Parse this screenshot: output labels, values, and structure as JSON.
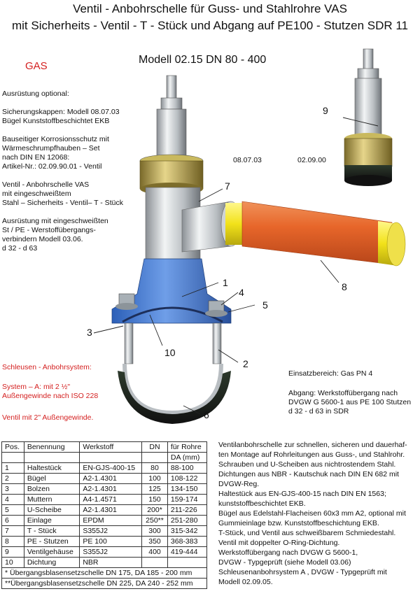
{
  "header": {
    "title_line1": "Ventil - Anbohrschelle für Guss- und Stahlrohre VAS",
    "title_line2": "mit Sicherheits - Ventil - T - Stück und Abgang auf PE100 - Stutzen SDR 11"
  },
  "gas_label": "GAS",
  "model_label": "Modell 02.15   DN 80 - 400",
  "side_notes": [
    "Ausrüstung optional:",
    "Sicherungskappen:  Modell 08.07.03",
    "Bügel Kunststoffbeschichtet EKB",
    "Bauseitiger Korrosionsschutz mit",
    "Wärmeschrumpfhauben – Set",
    "nach DIN EN 12068:",
    "Artikel-Nr.: 02.09.90.01 - Ventil",
    "Ventil - Anbohrschelle VAS",
    "mit eingeschweißtem",
    "Stahl – Sicherheits - Ventil– T - Stück",
    "Ausrüstung mit eingeschweißten",
    "St / PE - Werstoffübergangs-",
    "verbindern Modell 03.06.",
    "d 32 - d 63"
  ],
  "references": {
    "ref1": "08.07.03",
    "ref2": "02.09.00"
  },
  "callouts": [
    "1",
    "2",
    "3",
    "4",
    "5",
    "6",
    "7",
    "8",
    "9",
    "10"
  ],
  "schleusen": {
    "title": "Schleusen - Anbohrsystem:",
    "line1": "System – A: mit 2 ½\"",
    "line2": "Außengewinde nach ISO 228",
    "line3": "Ventil mit 2\"  Außengewinde."
  },
  "einsatz": {
    "line1": "Einsatzbereich: Gas  PN 4",
    "line2": "Abgang: Werkstoffübergang nach",
    "line3": "DVGW G 5600-1 aus PE 100 Stutzen",
    "line4": "d 32 - d 63 in SDR"
  },
  "parts_table": {
    "headers": [
      "Pos.",
      "Benennung",
      "Werkstoff",
      "DN",
      "für Rohre"
    ],
    "subheader": "DA (mm)",
    "rows": [
      [
        "1",
        "Haltestück",
        "EN-GJS-400-15",
        "80",
        "88-100"
      ],
      [
        "2",
        "Bügel",
        "A2-1.4301",
        "100",
        "108-122"
      ],
      [
        "3",
        "Bolzen",
        "A2-1.4301",
        "125",
        "134-150"
      ],
      [
        "4",
        "Muttern",
        "A4-1.4571",
        "150",
        "159-174"
      ],
      [
        "5",
        "U-Scheibe",
        "A2-1.4301",
        "200*",
        "211-226"
      ],
      [
        "6",
        "Einlage",
        "EPDM",
        "250**",
        "251-280"
      ],
      [
        "7",
        "T - Stück",
        "S355J2",
        "300",
        "315-342"
      ],
      [
        "8",
        "PE - Stutzen",
        "PE 100",
        "350",
        "368-383"
      ],
      [
        "9",
        "Ventilgehäuse",
        "S355J2",
        "400",
        "419-444"
      ],
      [
        "10",
        "Dichtung",
        "NBR",
        "",
        ""
      ]
    ],
    "footnote1": "*  Übergangsblasensetzschelle DN 175,  DA 185 - 200 mm",
    "footnote2": "**Übergangsblasensetzschelle DN 225,  DA 240 - 252 mm"
  },
  "description": [
    "Ventilanbohrschelle  zur schnellen, sicheren und dauerhaf-",
    "ten Montage auf Rohrleitungen aus Guss-, und Stahlrohr.",
    "Schrauben und U-Scheiben aus nichtrostendem Stahl.",
    "Dichtungen aus  NBR - Kautschuk  nach DIN EN 682 mit",
    "DVGW-Reg.",
    "Haltestück aus  EN-GJS-400-15 nach DIN EN  1563;",
    "kunststoffbeschichtet EKB.",
    "Bügel aus Edelstahl-Flacheisen 60x3 mm A2, optional mit",
    "Gummieinlage bzw. Kunststoffbeschichtung EKB.",
    "T-Stück, und Ventil aus schweißbarem Schmiedestahl.",
    "Ventil mit doppelter O-Ring-Dichtung.",
    "Werkstoffübergang nach DVGW G 5600-1,",
    "DVGW - Typgeprüft (siehe Modell 03.06)",
    "Schleusenanbohrsystem A ,  DVGW - Typgeprüft mit",
    "Modell 02.09.05."
  ]
}
